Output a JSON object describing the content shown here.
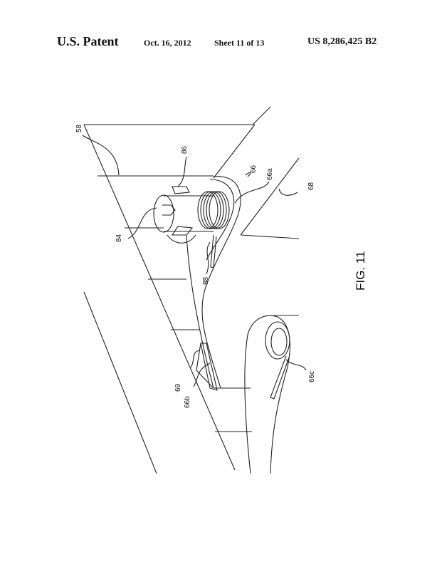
{
  "header": {
    "title": "U.S. Patent",
    "date": "Oct. 16, 2012",
    "sheet": "Sheet 11 of 13",
    "patent_number": "US 8,286,425 B2"
  },
  "figure": {
    "caption": "FIG. 11",
    "reference_labels": {
      "r58": "58",
      "r86": "86",
      "r66": "66",
      "r66a": "66a",
      "r68": "68",
      "r84": "84",
      "r88": "88",
      "r69": "69",
      "r66b": "66b",
      "r66c": "66c"
    }
  }
}
